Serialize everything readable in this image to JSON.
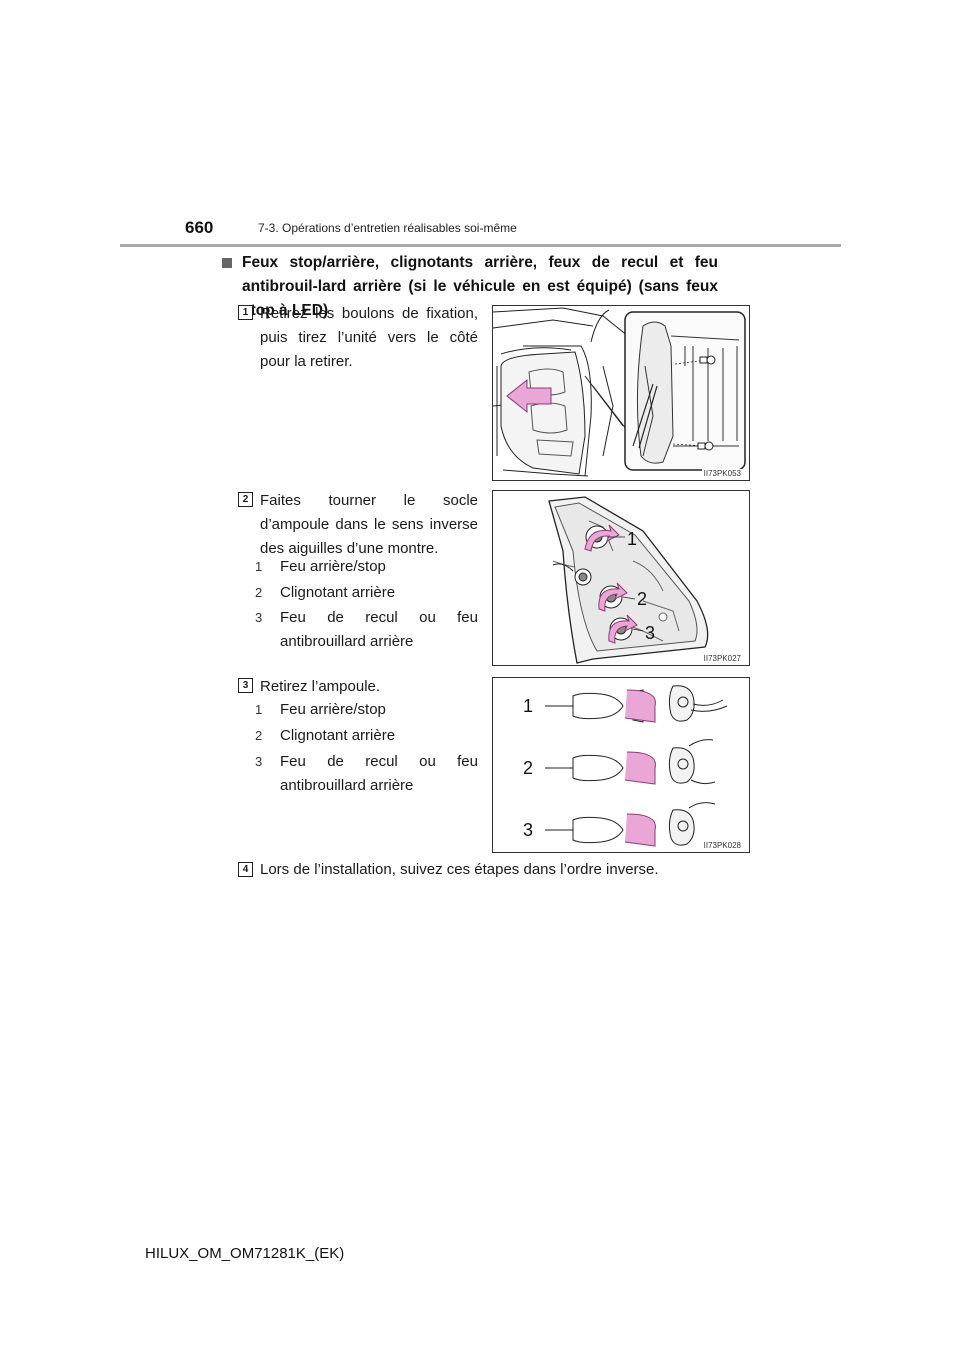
{
  "header": {
    "page_number": "660",
    "section_title": "7-3. Opérations d’entretien réalisables soi-même"
  },
  "heading": "Feux stop/arrière, clignotants arrière, feux de recul et feu antibrouil-lard arrière (si le véhicule en est équipé) (sans feux stop à LED)",
  "steps": [
    {
      "num": "1",
      "text": "Retirez les boulons de fixation, puis tirez l’unité vers le côté pour la retirer.",
      "figure_code": "II73PK053"
    },
    {
      "num": "2",
      "text": "Faites tourner le socle d’ampoule dans le sens inverse des aiguilles d’une montre.",
      "items": [
        {
          "num": "1",
          "label": "Feu arrière/stop"
        },
        {
          "num": "2",
          "label": "Clignotant arrière"
        },
        {
          "num": "3",
          "label": "Feu de recul ou feu antibrouillard arrière"
        }
      ],
      "figure_code": "II73PK027",
      "callouts": [
        "1",
        "2",
        "3"
      ]
    },
    {
      "num": "3",
      "text": "Retirez l’ampoule.",
      "items": [
        {
          "num": "1",
          "label": "Feu arrière/stop"
        },
        {
          "num": "2",
          "label": "Clignotant arrière"
        },
        {
          "num": "3",
          "label": "Feu de recul ou feu antibrouillard arrière"
        }
      ],
      "figure_code": "II73PK028",
      "callouts": [
        "1",
        "2",
        "3"
      ]
    },
    {
      "num": "4",
      "text": "Lors de l’installation, suivez ces étapes dans l’ordre inverse."
    }
  ],
  "footer": "HILUX_OM_OM71281K_(EK)",
  "colors": {
    "arrow_pink": "#e9a6d6",
    "arrow_stroke": "#8a3d75",
    "rule_gray": "#a8a8a8"
  }
}
